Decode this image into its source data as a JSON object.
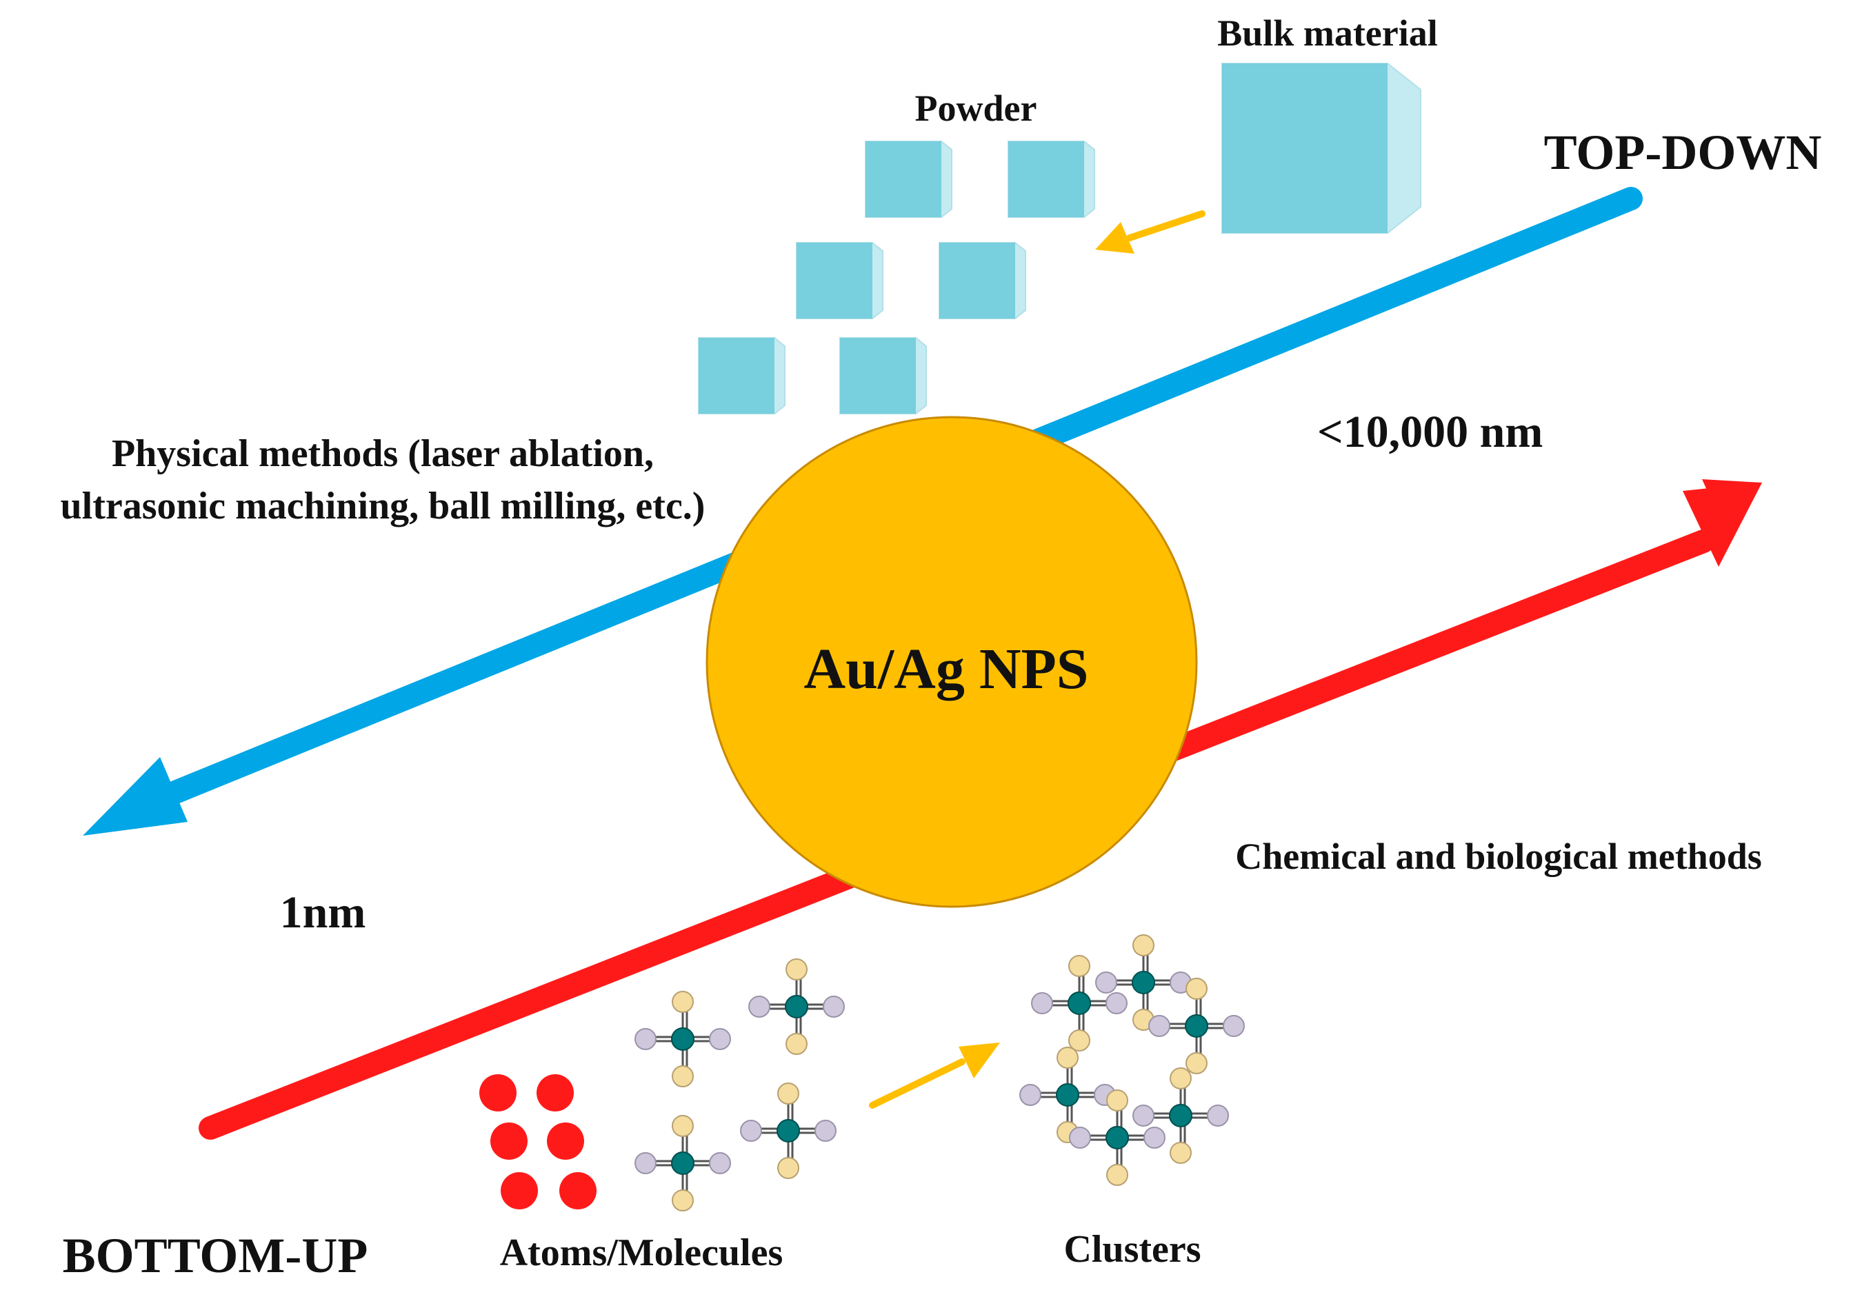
{
  "labels": {
    "bulk_material": "Bulk material",
    "powder": "Powder",
    "top_down": "TOP-DOWN",
    "size_upper": "<10,000 nm",
    "physical_line1": "Physical methods (laser ablation,",
    "physical_line2": "ultrasonic machining, ball milling, etc.)",
    "center": "Au/Ag NPS",
    "chemical": "Chemical and biological methods",
    "size_lower": "1nm",
    "bottom_up": "BOTTOM-UP",
    "atoms": "Atoms/Molecules",
    "clusters": "Clusters"
  },
  "colors": {
    "top_down_arrow": "#00a6e6",
    "bottom_up_arrow": "#ff1a1a",
    "nanoparticle": "#ffbf00",
    "nanoparticle_outline": "#c98a00",
    "cube_face": "#78cfdd",
    "cube_side": "#c4ebf2",
    "process_arrow": "#ffbf00",
    "atom": "#ff1a1a",
    "molecule_center": "#007a7a",
    "molecule_yellow": "#f5dda0",
    "molecule_purple": "#cfc8dc"
  }
}
